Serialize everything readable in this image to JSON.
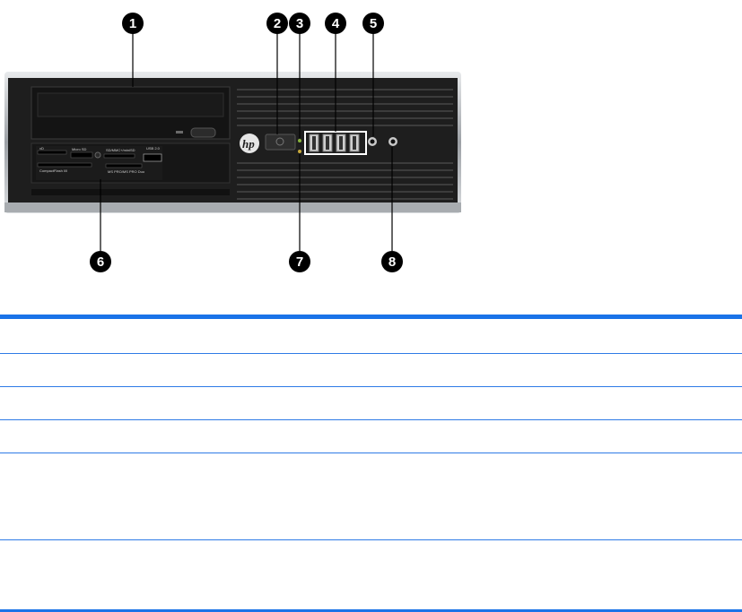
{
  "callouts": [
    "1",
    "2",
    "3",
    "4",
    "5",
    "6",
    "7",
    "8"
  ],
  "logo_text": "hp",
  "reader_labels": {
    "xd": "xD",
    "micro_sd": "Micro SD",
    "sdmmc": "SD/MMC+/miniSD",
    "usb": "USB 2.0",
    "cf": "CompactFlash I/II",
    "ms": "MS PRO/MS PRO Duo"
  },
  "colors": {
    "rule": "#1a73e8",
    "case": "#1c1c1c",
    "bezel": "#b9bcc0"
  },
  "table_rows": 6
}
